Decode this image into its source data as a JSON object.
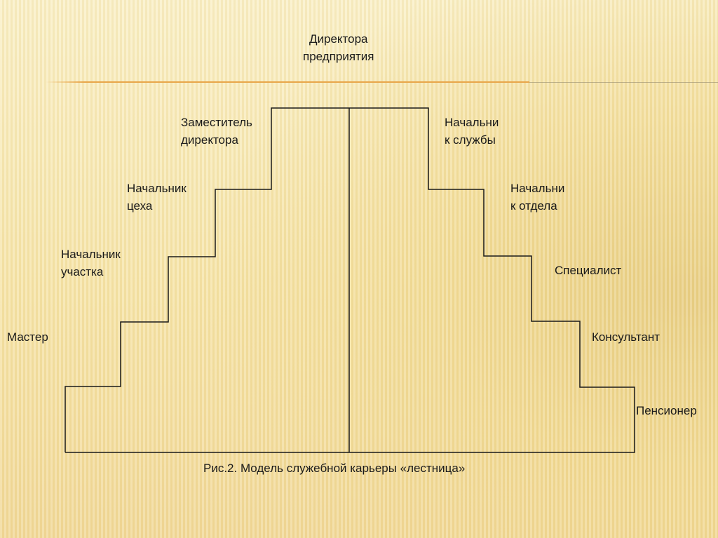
{
  "title": "Директора\nпредприятия",
  "left_labels": [
    "Заместитель\nдиректора",
    "Начальник\nцеха",
    "Начальник\nучастка",
    "Мастер"
  ],
  "right_labels": [
    "Начальни\nк службы",
    "Начальни\nк отдела",
    "Специалист",
    "Консультант",
    "Пенсионер"
  ],
  "caption": "Рис.2. Модель служебной карьеры «лестница»",
  "colors": {
    "accent_line": "#e8a64a",
    "stroke": "#1a1a1a"
  }
}
